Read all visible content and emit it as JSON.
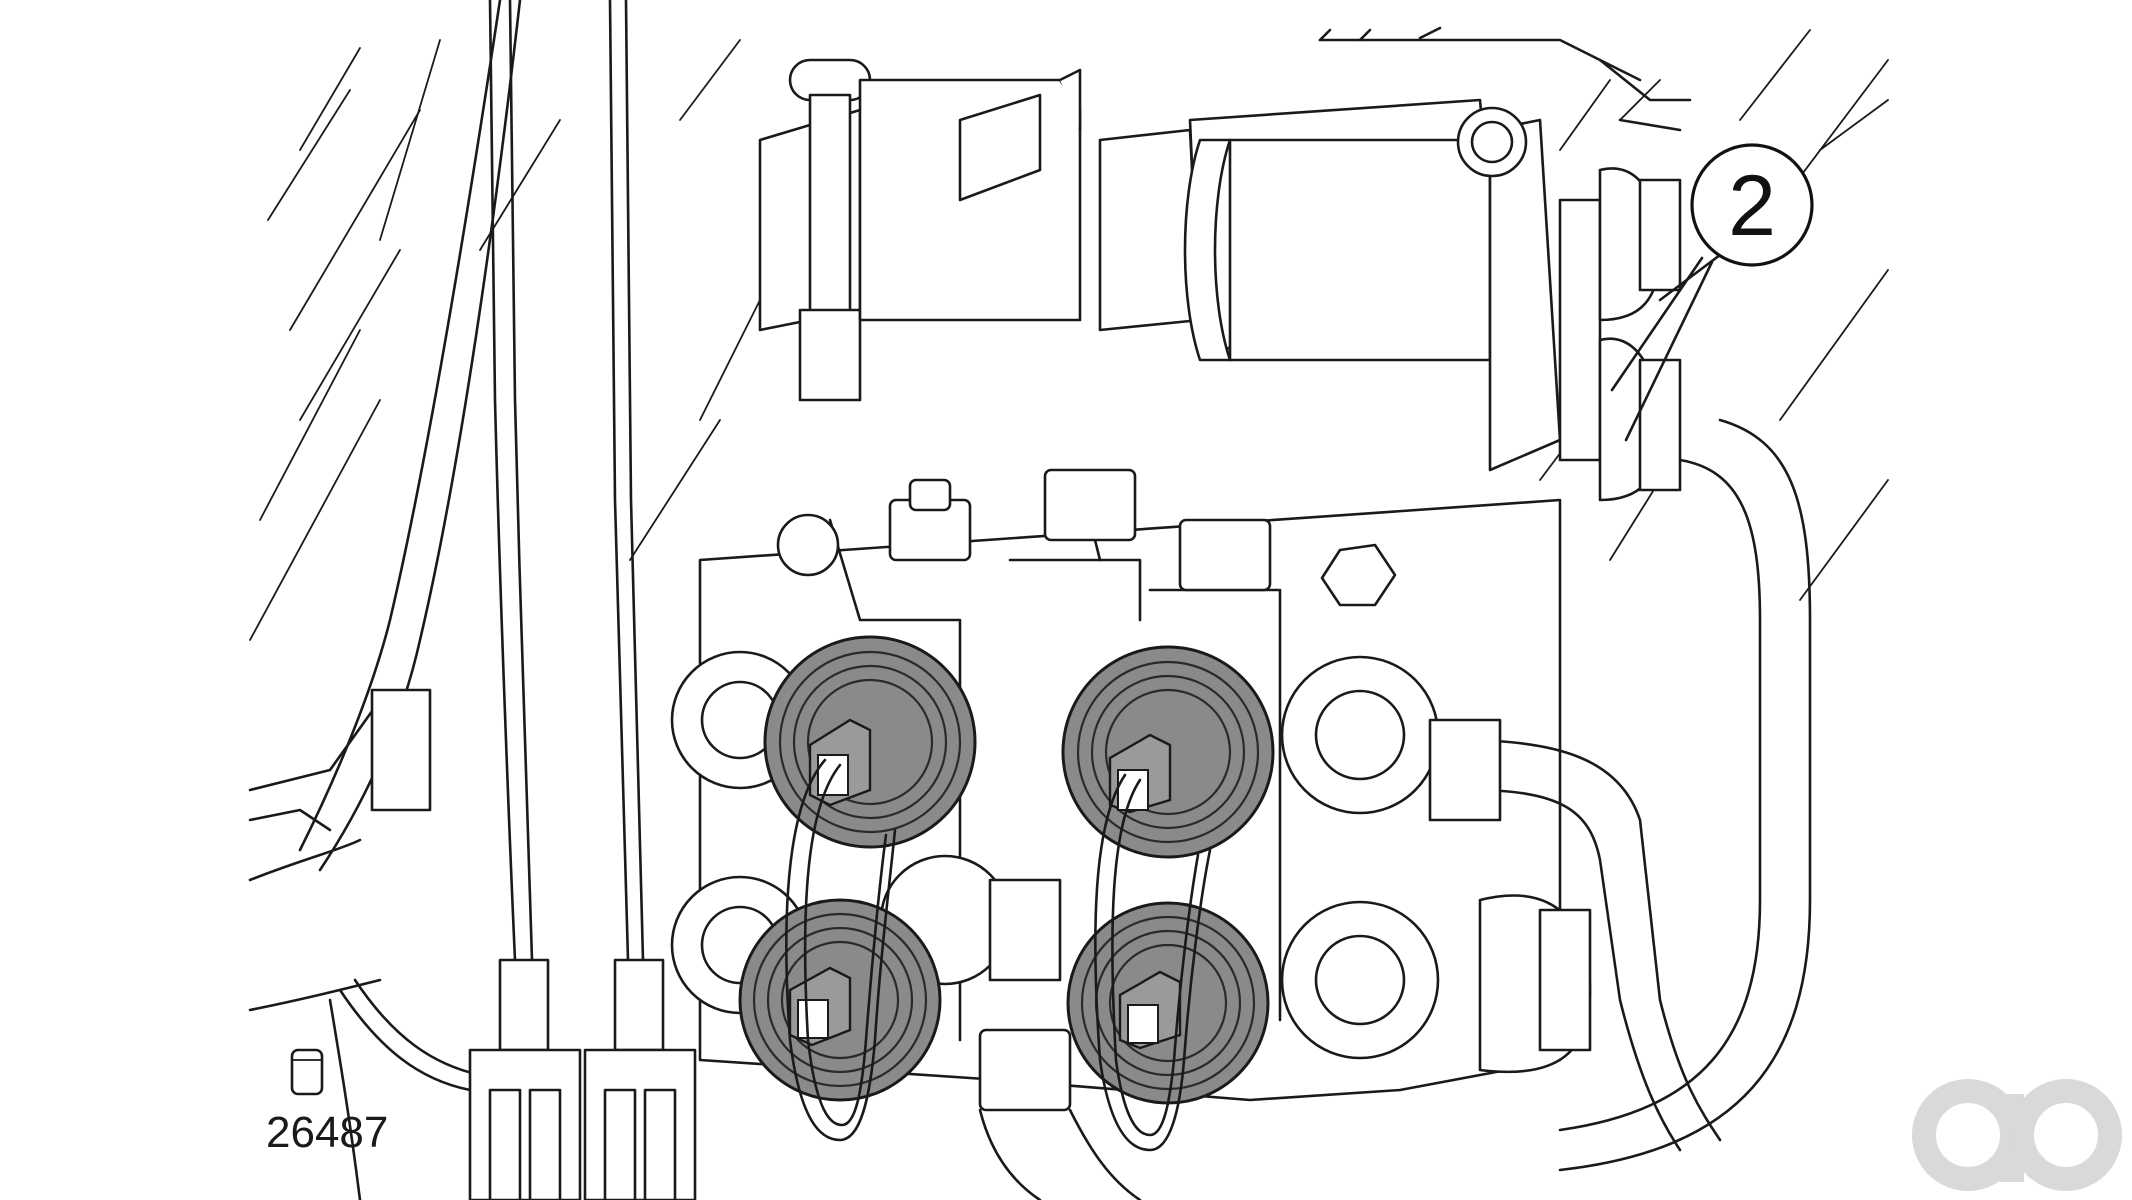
{
  "figure": {
    "number": "26487"
  },
  "callouts": [
    {
      "label": "2"
    }
  ],
  "watermark": {
    "color": "#d9d9d9",
    "icon": "ao-logo"
  },
  "colors": {
    "line": "#1a1a1a",
    "cap_fill": "#8a8a8a",
    "background": "#ffffff"
  }
}
